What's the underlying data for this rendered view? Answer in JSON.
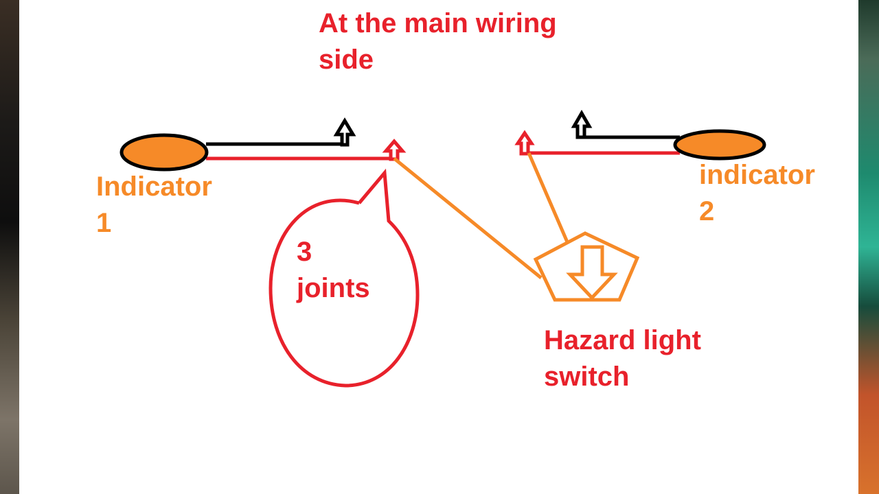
{
  "labels": {
    "main_wiring_line1": "At the main wiring",
    "main_wiring_line2": "side",
    "indicator1_line1": "Indicator",
    "indicator1_line2": "1",
    "indicator2_line1": "indicator",
    "indicator2_line2": "2",
    "joints_line1": "3",
    "joints_line2": "joints",
    "hazard_line1": "Hazard light",
    "hazard_line2": "switch"
  },
  "colors": {
    "red": "#e8212b",
    "orange": "#f68a28",
    "black": "#000000",
    "background": "#ffffff"
  }
}
